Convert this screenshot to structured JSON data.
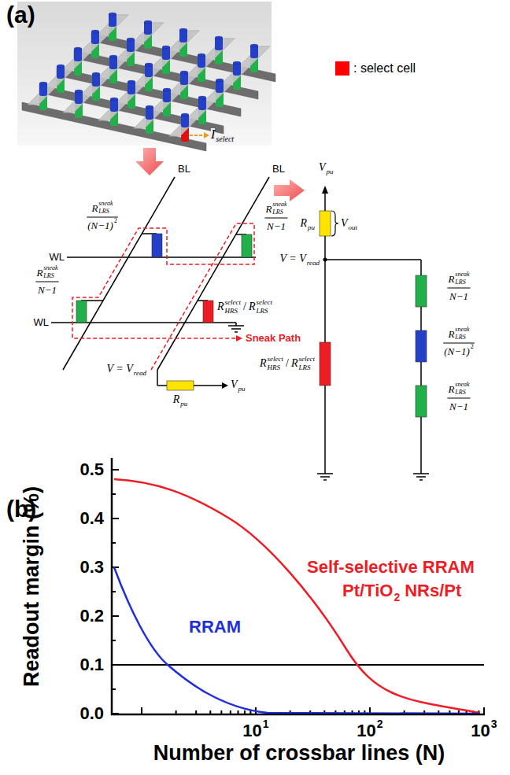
{
  "diagram": {
    "labels": [
      "(a)",
      "I",
      "select",
      "BL",
      "BL",
      "WL",
      "WL",
      "R",
      "sneak",
      "LRS",
      "(N−1)",
      "2",
      "R",
      "sneak",
      "LRS",
      "N−1",
      "R",
      "sneak",
      "LRS",
      "N−1",
      "R",
      "select",
      "HRS",
      "/",
      "R",
      "select",
      "LRS",
      "Sneak Path",
      "V = V",
      "read",
      "R",
      "pu",
      "V",
      "pu",
      "V",
      "pu",
      "R",
      "pu",
      "V",
      "out",
      "V = V",
      "read",
      "R",
      "select",
      "HRS",
      "/",
      "R",
      "select",
      "LRS",
      "R",
      "sneak",
      "LRS",
      "N−1",
      "R",
      "sneak",
      "LRS",
      "(N−1)",
      "2",
      "R",
      "sneak",
      "LRS",
      "N−1",
      "(b)",
      "Readout margin (%)",
      "Number of crossbar lines (N)",
      "0.0",
      "0.1",
      "0.2",
      "0.3",
      "0.4",
      "0.5",
      "10",
      "1",
      "10",
      "2",
      "10",
      "3",
      "Self-selective RRAM",
      "Pt/TiO",
      "2",
      "NRs/Pt",
      "RRAM"
    ],
    "legend": [
      {
        "text": ": select cell",
        "color": "#ff0000"
      }
    ]
  }
}
